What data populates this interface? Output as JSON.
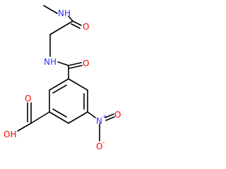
{
  "labels": {
    "nh_amide_top": "NH",
    "o_amide_top": "O",
    "nh_amide_mid": "NH",
    "o_amide_mid": "O",
    "o_carboxyl": "O",
    "oh_carboxyl": "OH",
    "n_nitro": "N",
    "nitro_plus": "+",
    "o_nitro_side": "O",
    "o_nitro_minus": "O",
    "minus_sign": "-"
  },
  "colors": {
    "bond": "#000000",
    "nitrogen": "#3333ff",
    "oxygen": "#ff0000",
    "hydrogen_text": "#000000"
  }
}
